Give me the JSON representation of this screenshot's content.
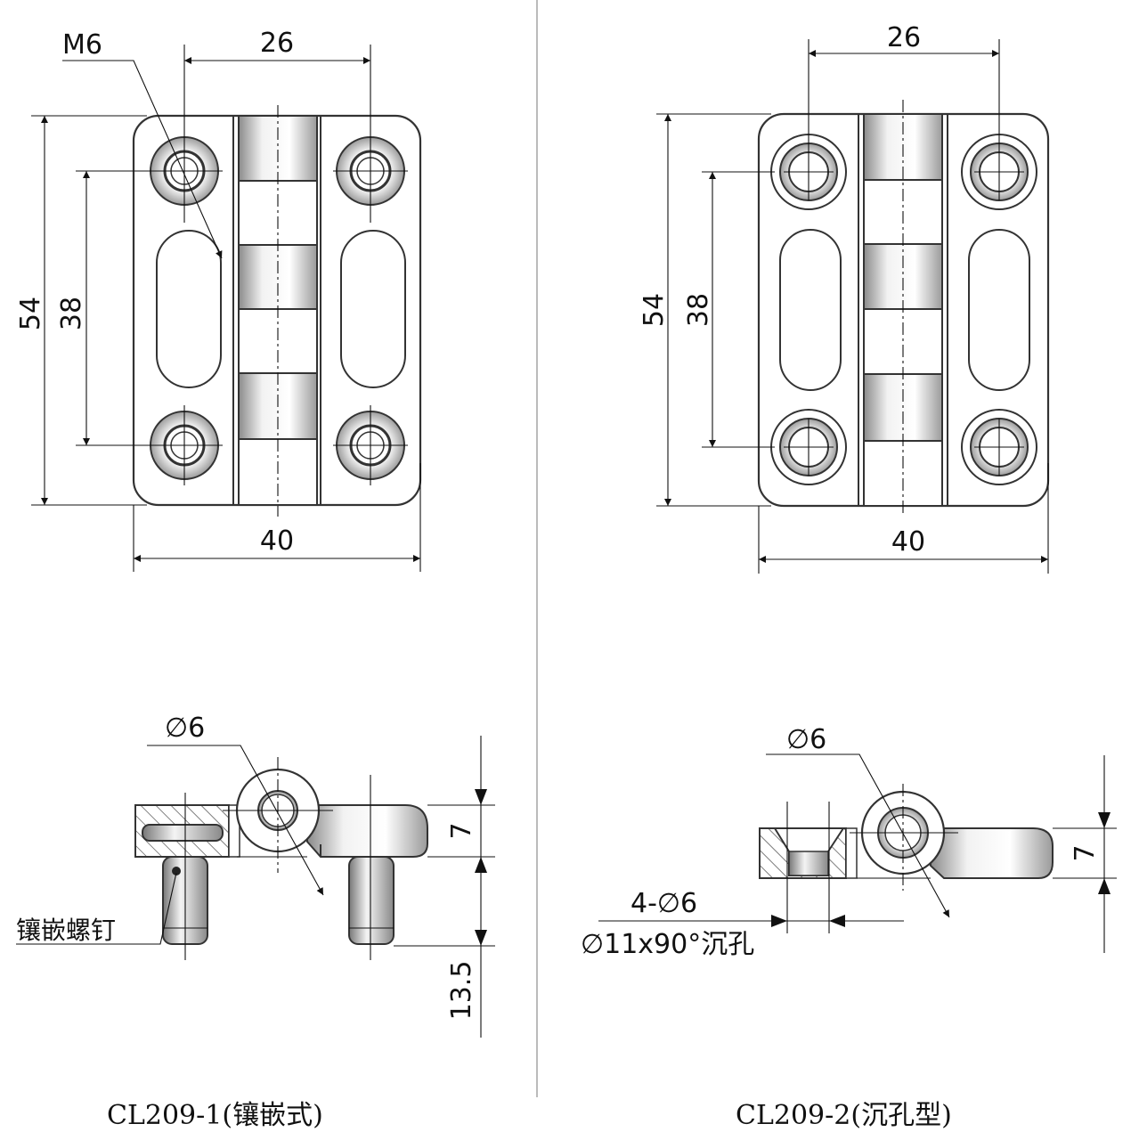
{
  "left": {
    "thread": "M6",
    "dim_pitch": "26",
    "dim_height": "54",
    "dim_holes": "38",
    "dim_width": "40",
    "side_dia": "∅6",
    "side_thickness": "7",
    "side_pin": "13.5",
    "screw_label": "镶嵌螺钉",
    "caption": "CL209-1(镶嵌式)"
  },
  "right": {
    "dim_pitch": "26",
    "dim_height": "54",
    "dim_holes": "38",
    "dim_width": "40",
    "side_dia": "∅6",
    "side_thickness": "7",
    "hole_count_dia": "4-∅6",
    "countersink": "∅11x90°沉孔",
    "caption": "CL209-2(沉孔型)"
  },
  "colors": {
    "line": "#111111",
    "divider": "#bbbbbb",
    "background": "#ffffff"
  }
}
